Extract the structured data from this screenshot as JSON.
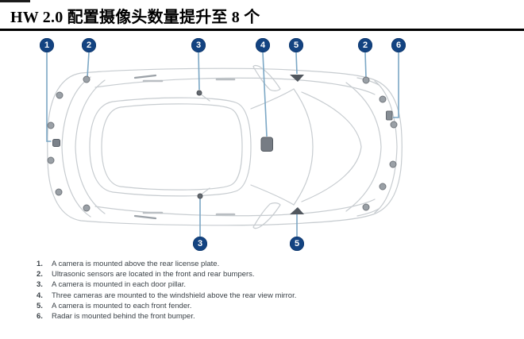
{
  "title": "HW 2.0 配置摄像头数量提升至 8 个",
  "diagram": {
    "description": "Top view of car showing camera, ultrasonic sensor and radar mounting locations",
    "callouts_top": [
      "1",
      "2",
      "3",
      "4",
      "5",
      "2",
      "6"
    ],
    "callouts_bottom": [
      "3",
      "5"
    ]
  },
  "legend_items": [
    {
      "num": "1.",
      "text": "A camera is mounted above the rear license plate."
    },
    {
      "num": "2.",
      "text": "Ultrasonic sensors are located in the front and rear bumpers."
    },
    {
      "num": "3.",
      "text": "A camera is mounted in each door pillar."
    },
    {
      "num": "4.",
      "text": "Three cameras are mounted to the windshield above the rear view mirror."
    },
    {
      "num": "5.",
      "text": "A camera is mounted to each front fender."
    },
    {
      "num": "6.",
      "text": "Radar is mounted behind the front bumper."
    }
  ],
  "colors": {
    "callout_badge": "#134381",
    "leader_line": "#7ba7c5",
    "car_outline": "#c7ccd0",
    "sensor_fill": "#9aa0a6",
    "hardware_dark": "#51575e",
    "list_text": "#3a4147",
    "rule": "#000000"
  }
}
